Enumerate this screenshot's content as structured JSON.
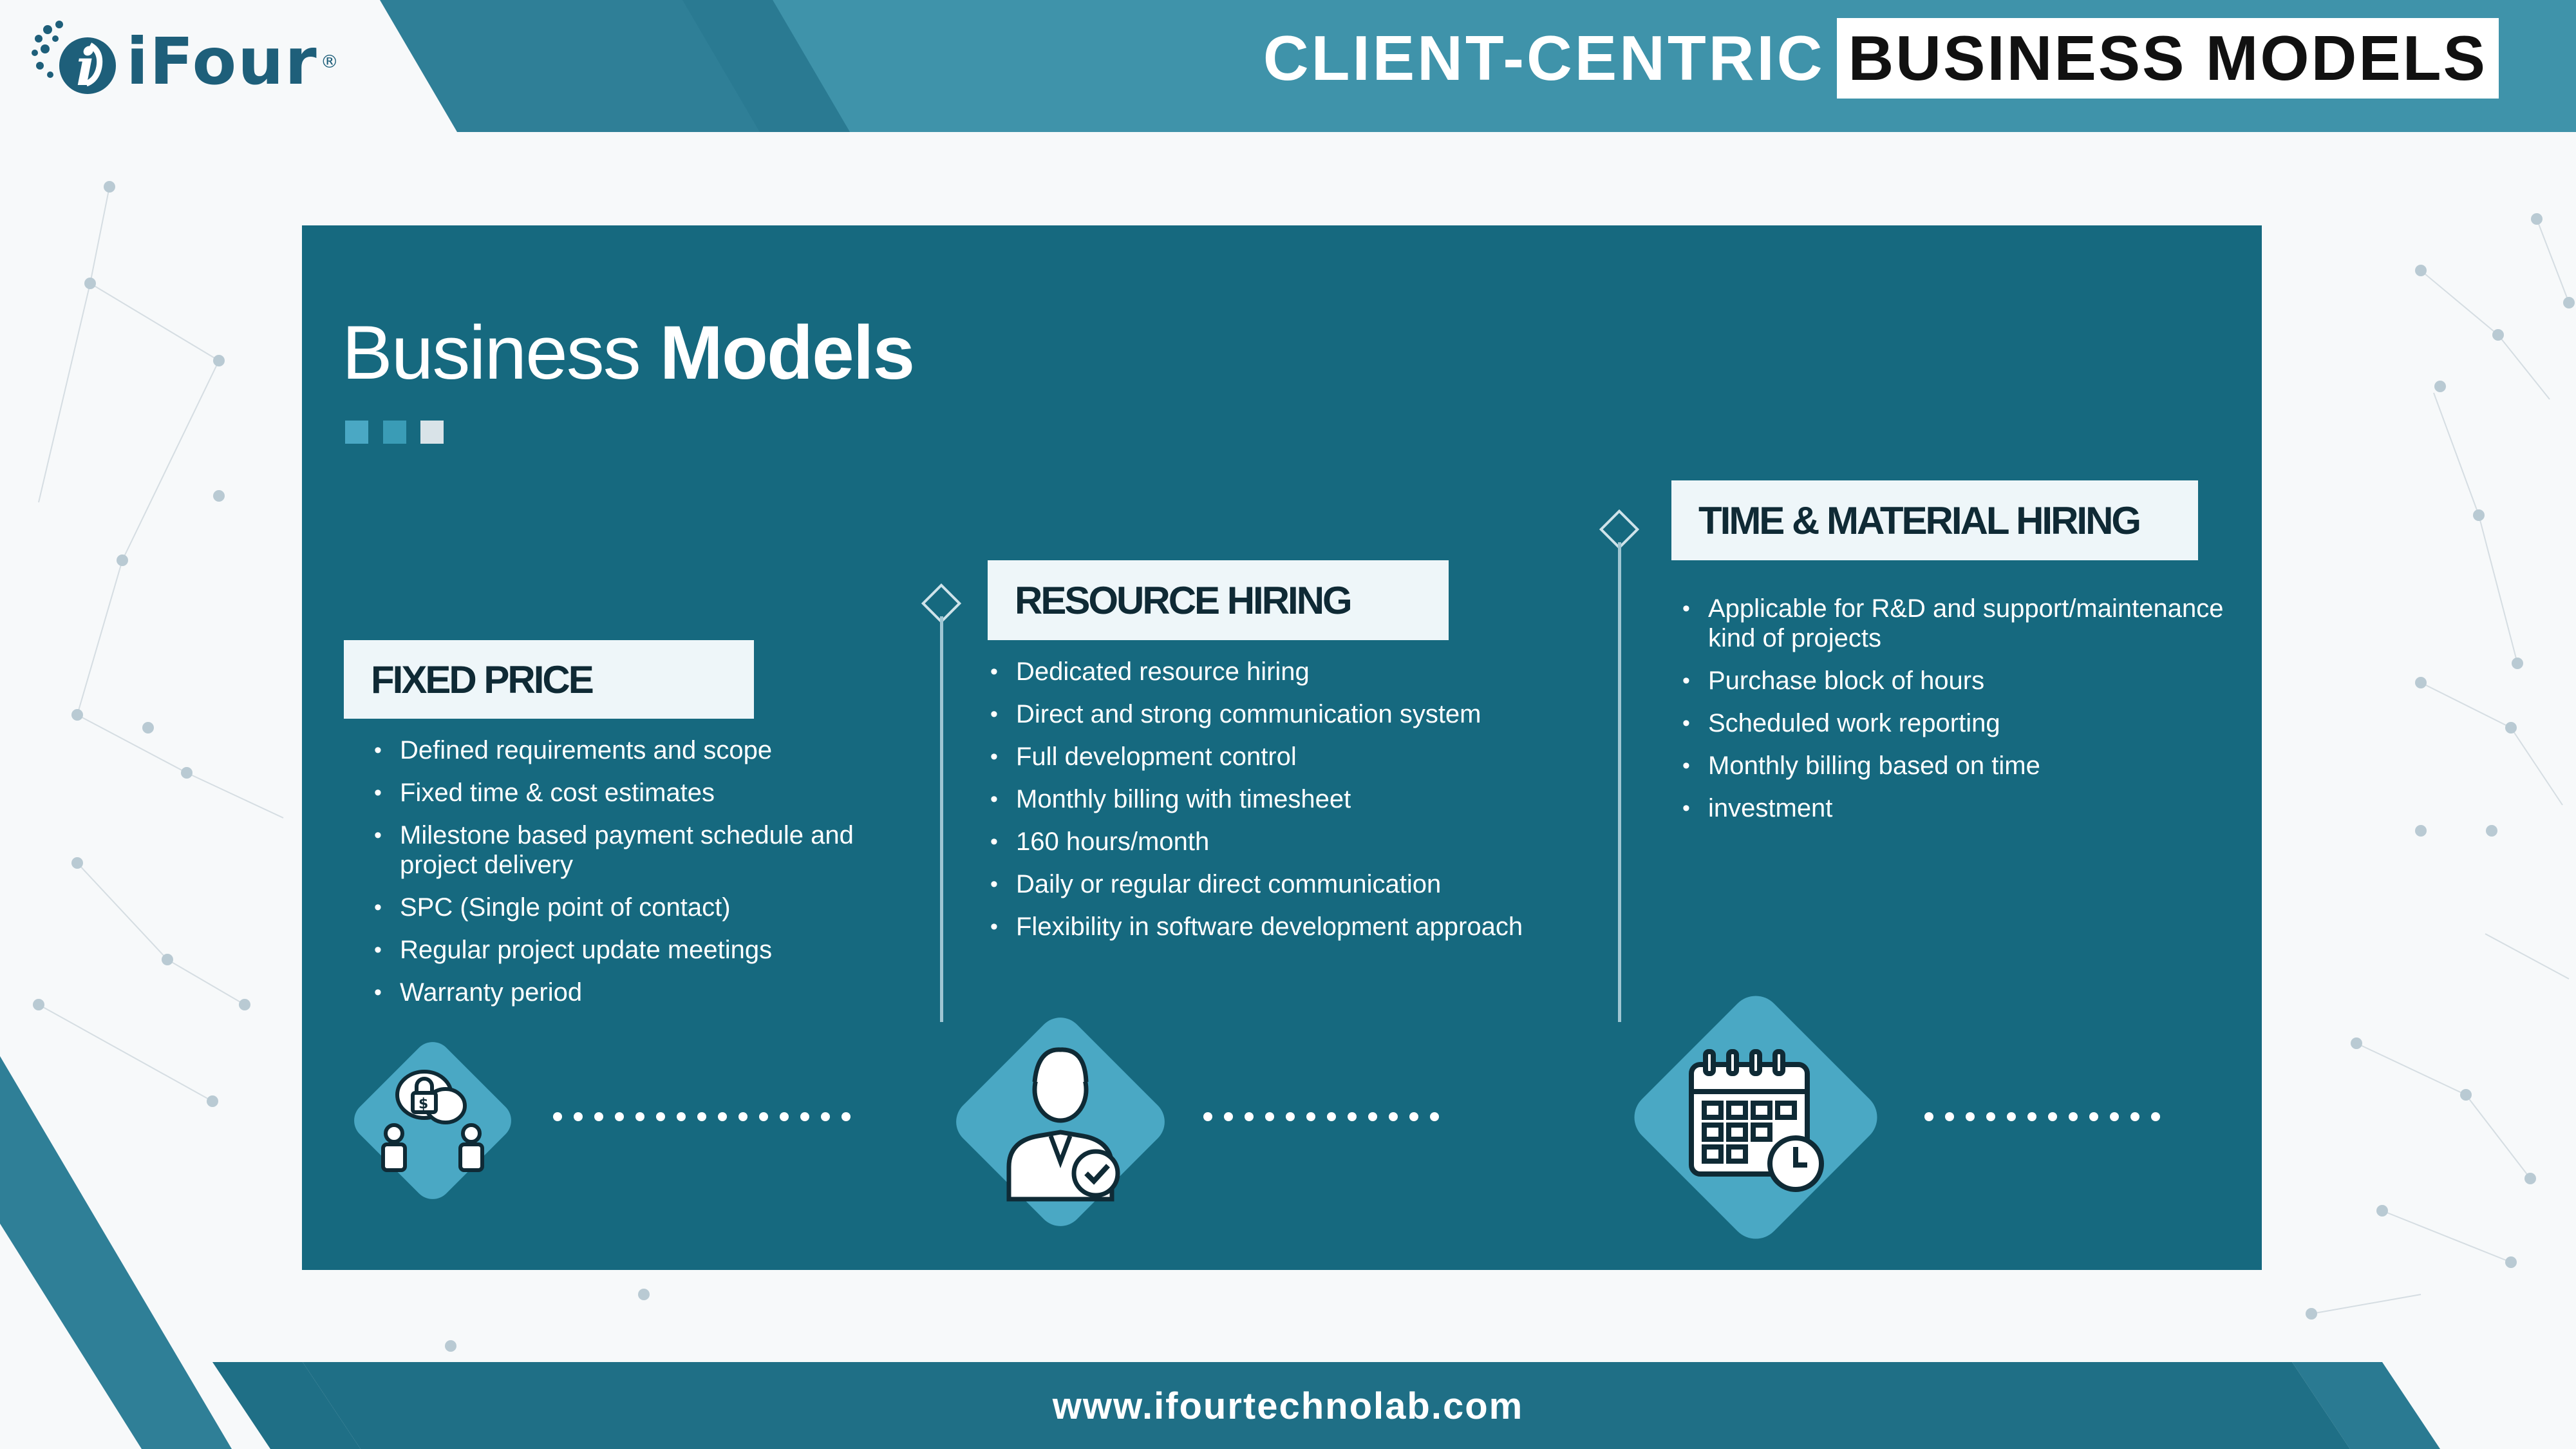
{
  "brand": {
    "name": "iFour",
    "registered_mark": "®"
  },
  "header": {
    "title_part1": "CLIENT-CENTRIC",
    "title_part2": "BUSINESS MODELS"
  },
  "card": {
    "title_light": "Business",
    "title_bold": "Models",
    "indicator_colors": [
      "#4aa8c4",
      "#3a9cb6",
      "#d9e3e8"
    ]
  },
  "columns": [
    {
      "heading": "FIXED PRICE",
      "items": [
        "Defined requirements and scope",
        "Fixed time & cost estimates",
        "Milestone based payment schedule and project delivery",
        "SPC (Single point of contact)",
        "Regular project update meetings",
        "Warranty period"
      ],
      "icon": "payment-lock-chat-icon"
    },
    {
      "heading": "RESOURCE HIRING",
      "items": [
        "Dedicated  resource hiring",
        "Direct and strong communication system",
        "Full development control",
        "Monthly billing with timesheet",
        "160 hours/month",
        "Daily or regular direct communication",
        "Flexibility in software development approach"
      ],
      "icon": "developer-checkmark-icon"
    },
    {
      "heading": "TIME & MATERIAL HIRING",
      "items": [
        "Applicable for R&D and support/maintenance kind of projects",
        "Purchase block of hours",
        "Scheduled work reporting",
        "Monthly billing based on time",
        "investment"
      ],
      "icon": "calendar-clock-icon"
    }
  ],
  "footer": {
    "url": "www.ifourtechnolab.com"
  },
  "colors": {
    "primary": "#16697f",
    "band": "#1f6f86",
    "accent": "#4aa8c4",
    "tag_bg": "#eef6f9"
  }
}
